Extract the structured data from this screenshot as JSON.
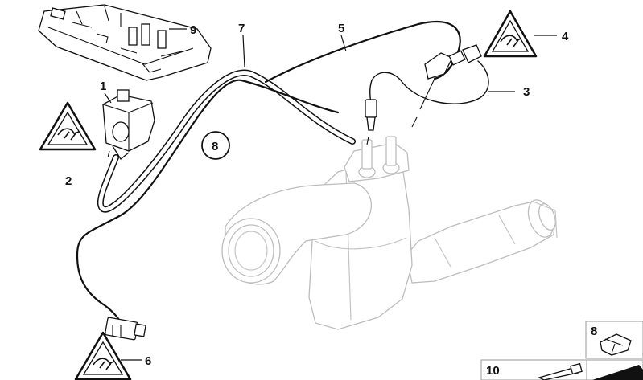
{
  "callouts": {
    "c1": "1",
    "c2": "2",
    "c3": "3",
    "c4": "4",
    "c5": "5",
    "c6": "6",
    "c7": "7",
    "c8": "8",
    "c9": "9",
    "c10": "10",
    "legend8": "8"
  },
  "icons": {
    "warning": "warning-triangle-plug-icon"
  }
}
